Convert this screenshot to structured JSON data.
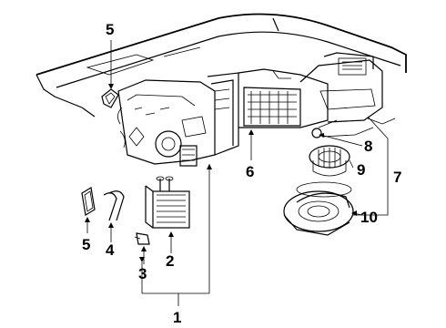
{
  "diagram": {
    "callouts": [
      "1",
      "2",
      "3",
      "4",
      "5",
      "5",
      "6",
      "7",
      "8",
      "9",
      "10"
    ]
  },
  "colors": {
    "ink": "#000000",
    "paper": "#ffffff"
  }
}
